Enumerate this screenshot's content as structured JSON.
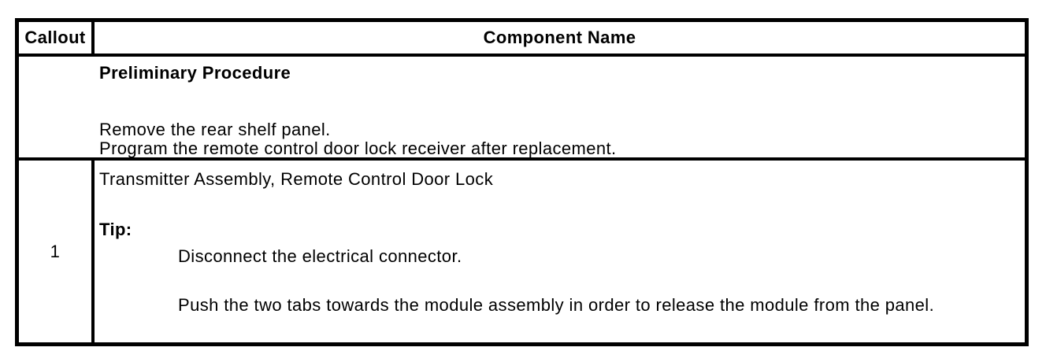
{
  "colors": {
    "border": "#000000",
    "text": "#000000",
    "background": "#ffffff"
  },
  "table": {
    "header": {
      "callout": "Callout",
      "component_name": "Component Name"
    },
    "preliminary_row": {
      "title": "Preliminary Procedure",
      "lines": [
        "Remove the rear shelf panel.",
        "Program the remote control door lock receiver after replacement."
      ]
    },
    "component_rows": [
      {
        "callout": "1",
        "name": "Transmitter Assembly, Remote Control Door Lock",
        "tip_label": "Tip:",
        "tip_lines": [
          "Disconnect the electrical connector.",
          "Push the two tabs towards the module assembly in order to release the module from the panel."
        ]
      }
    ]
  }
}
